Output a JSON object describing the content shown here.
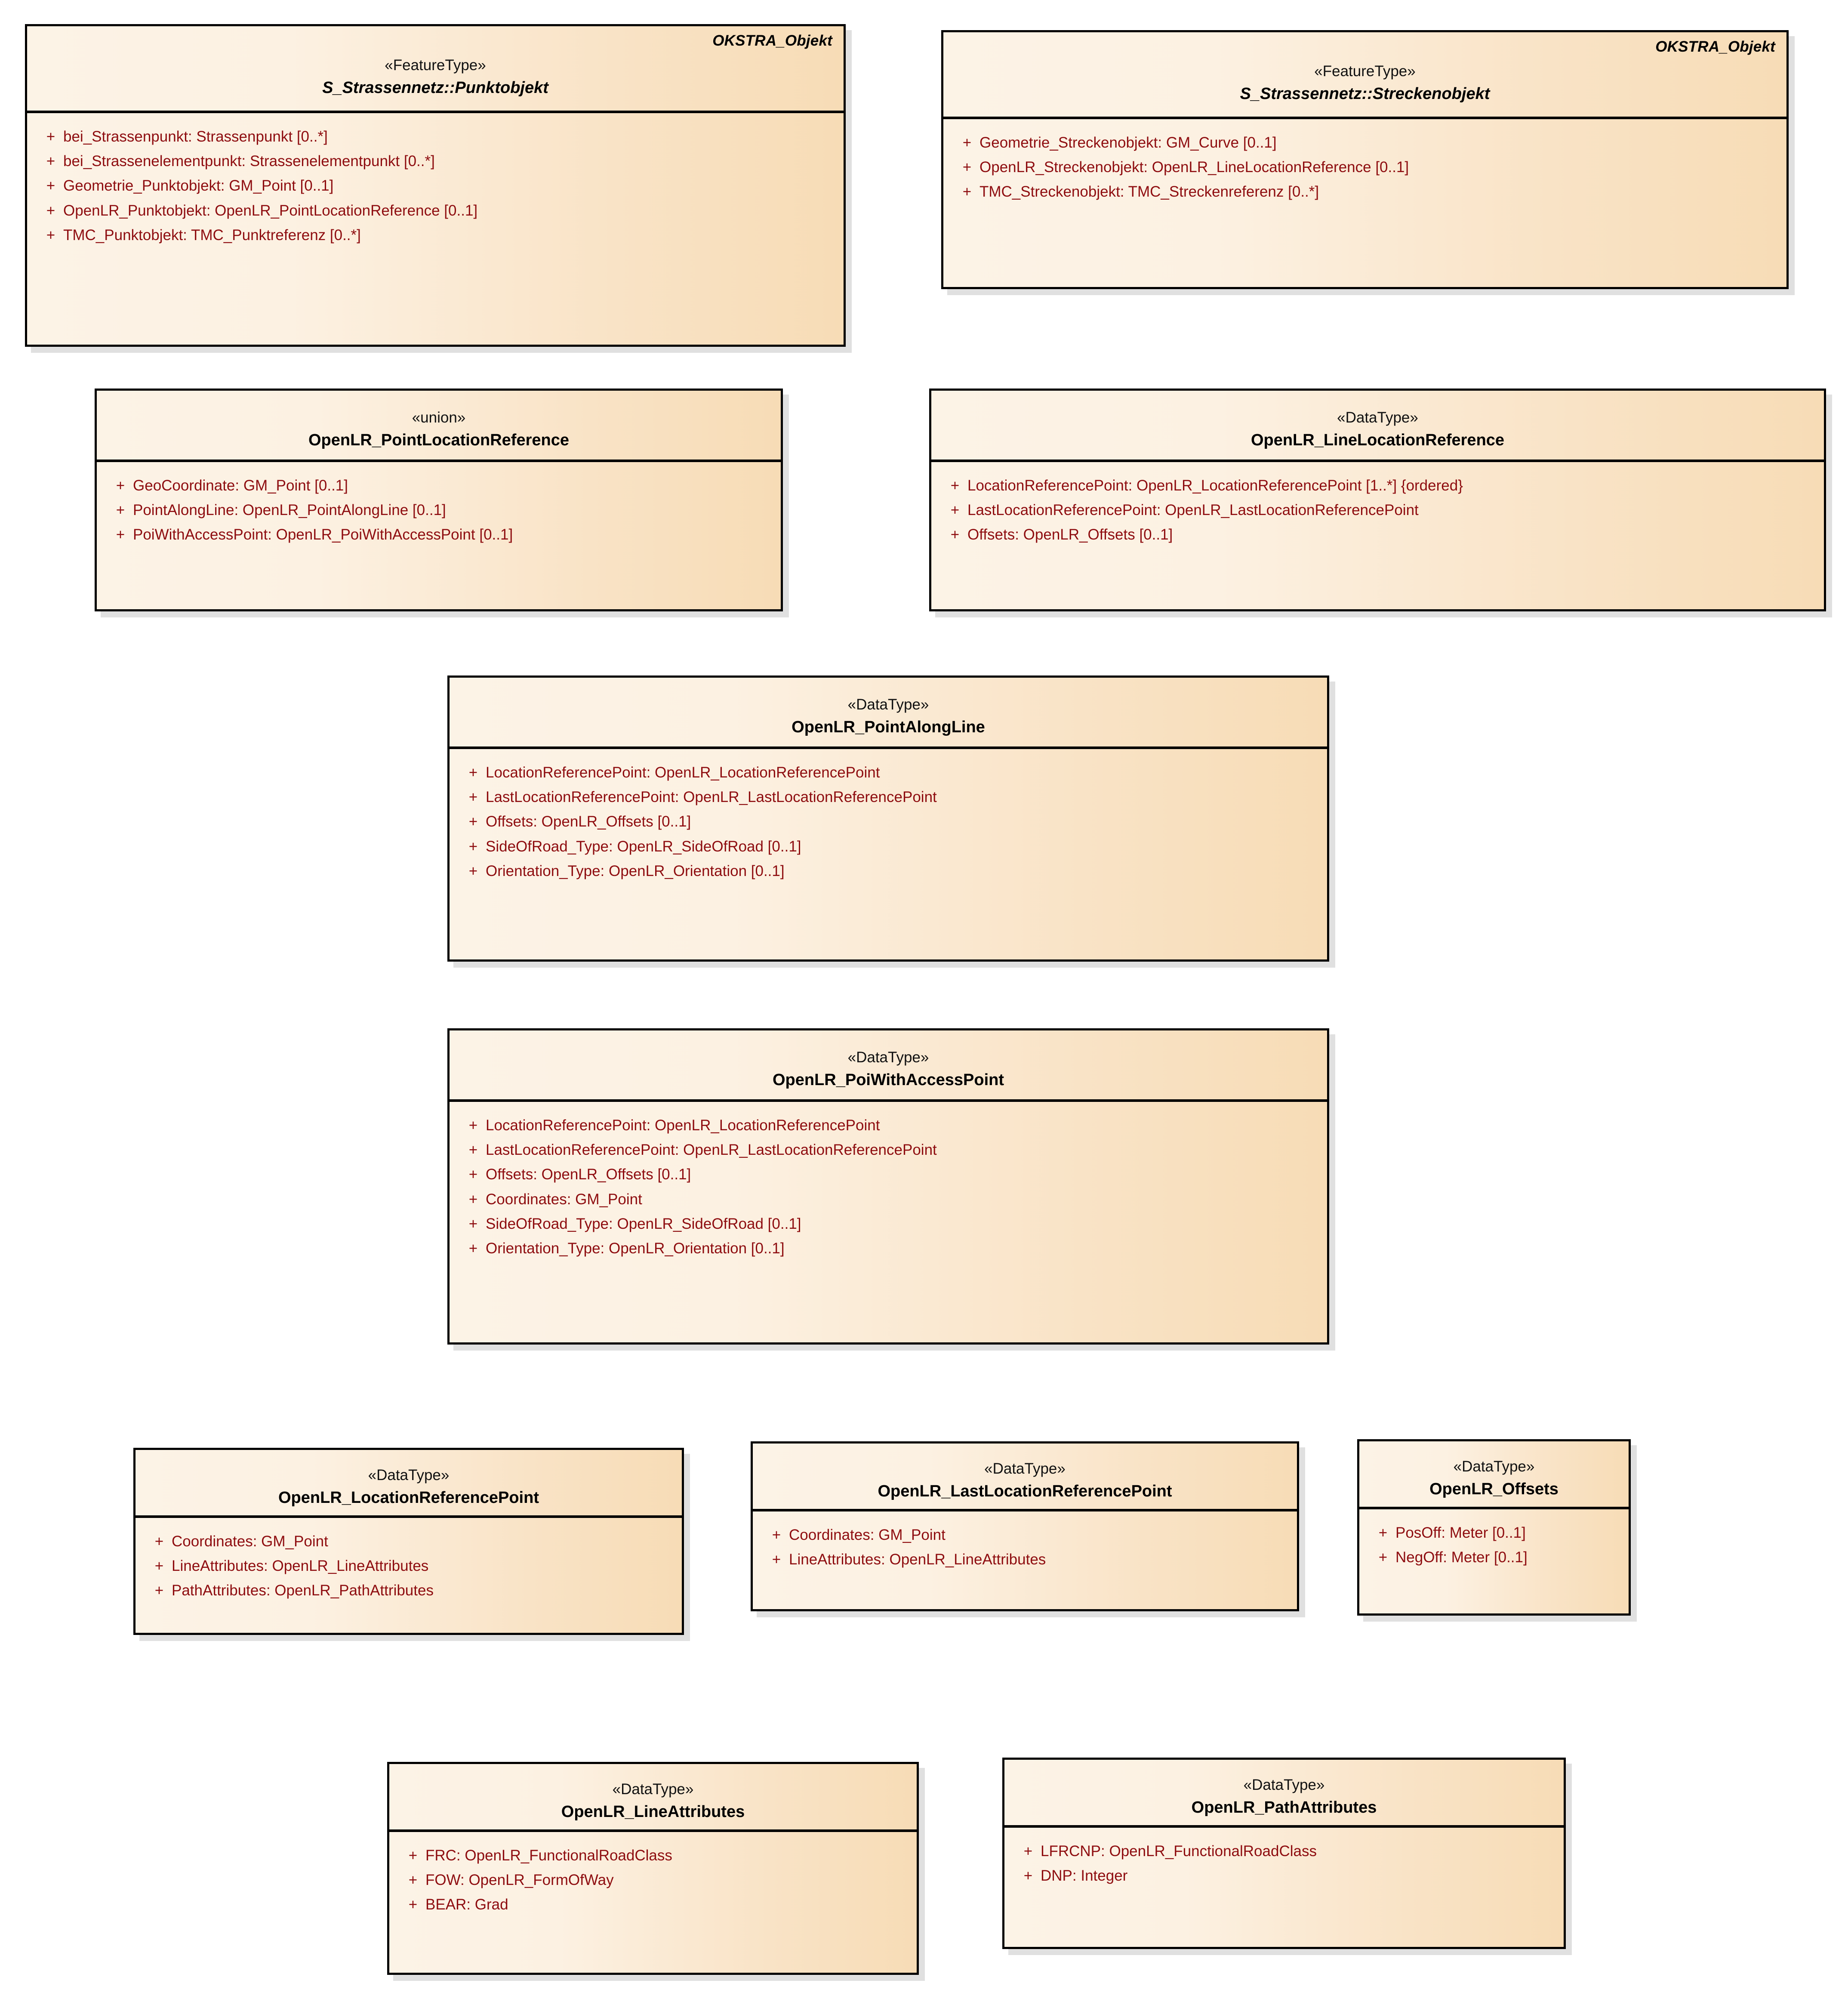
{
  "diagram": {
    "title": "OKSTRA OpenLR UML Klassendiagramm",
    "type": "uml-class-diagram",
    "colors": {
      "fill_light": "#FCF3E6",
      "fill_dark": "#F7DCB6",
      "border": "#000000",
      "attribute_text": "#8E0D10",
      "header_text": "#000000",
      "shadow": "rgba(0,0,0,0.12)",
      "page_background": "#FFFFFF"
    },
    "visibility_symbol": "+"
  },
  "classes": [
    {
      "id": "punktobjekt",
      "corner_note": "OKSTRA_Objekt",
      "stereotype": "«FeatureType»",
      "name": "S_Strassennetz::Punktobjekt",
      "name_italic": true,
      "attributes": [
        {
          "visibility": "+",
          "signature": "bei_Strassenpunkt: Strassenpunkt [0..*]"
        },
        {
          "visibility": "+",
          "signature": "bei_Strassenelementpunkt: Strassenelementpunkt [0..*]"
        },
        {
          "visibility": "+",
          "signature": "Geometrie_Punktobjekt: GM_Point [0..1]"
        },
        {
          "visibility": "+",
          "signature": "OpenLR_Punktobjekt: OpenLR_PointLocationReference [0..1]"
        },
        {
          "visibility": "+",
          "signature": "TMC_Punktobjekt: TMC_Punktreferenz [0..*]"
        }
      ]
    },
    {
      "id": "streckenobjekt",
      "corner_note": "OKSTRA_Objekt",
      "stereotype": "«FeatureType»",
      "name": "S_Strassennetz::Streckenobjekt",
      "name_italic": true,
      "attributes": [
        {
          "visibility": "+",
          "signature": "Geometrie_Streckenobjekt: GM_Curve [0..1]"
        },
        {
          "visibility": "+",
          "signature": "OpenLR_Streckenobjekt: OpenLR_LineLocationReference [0..1]"
        },
        {
          "visibility": "+",
          "signature": "TMC_Streckenobjekt: TMC_Streckenreferenz [0..*]"
        }
      ]
    },
    {
      "id": "pointlocationreference",
      "corner_note": "",
      "stereotype": "«union»",
      "name": "OpenLR_PointLocationReference",
      "name_italic": false,
      "attributes": [
        {
          "visibility": "+",
          "signature": "GeoCoordinate: GM_Point [0..1]"
        },
        {
          "visibility": "+",
          "signature": "PointAlongLine: OpenLR_PointAlongLine [0..1]"
        },
        {
          "visibility": "+",
          "signature": "PoiWithAccessPoint: OpenLR_PoiWithAccessPoint [0..1]"
        }
      ]
    },
    {
      "id": "linelocationreference",
      "corner_note": "",
      "stereotype": "«DataType»",
      "name": "OpenLR_LineLocationReference",
      "name_italic": false,
      "attributes": [
        {
          "visibility": "+",
          "signature": "LocationReferencePoint: OpenLR_LocationReferencePoint [1..*] {ordered}"
        },
        {
          "visibility": "+",
          "signature": "LastLocationReferencePoint: OpenLR_LastLocationReferencePoint"
        },
        {
          "visibility": "+",
          "signature": "Offsets: OpenLR_Offsets [0..1]"
        }
      ]
    },
    {
      "id": "pointalongline",
      "corner_note": "",
      "stereotype": "«DataType»",
      "name": "OpenLR_PointAlongLine",
      "name_italic": false,
      "attributes": [
        {
          "visibility": "+",
          "signature": "LocationReferencePoint: OpenLR_LocationReferencePoint"
        },
        {
          "visibility": "+",
          "signature": "LastLocationReferencePoint: OpenLR_LastLocationReferencePoint"
        },
        {
          "visibility": "+",
          "signature": "Offsets: OpenLR_Offsets [0..1]"
        },
        {
          "visibility": "+",
          "signature": "SideOfRoad_Type: OpenLR_SideOfRoad [0..1]"
        },
        {
          "visibility": "+",
          "signature": "Orientation_Type: OpenLR_Orientation [0..1]"
        }
      ]
    },
    {
      "id": "poiwithaccesspoint",
      "corner_note": "",
      "stereotype": "«DataType»",
      "name": "OpenLR_PoiWithAccessPoint",
      "name_italic": false,
      "attributes": [
        {
          "visibility": "+",
          "signature": "LocationReferencePoint: OpenLR_LocationReferencePoint"
        },
        {
          "visibility": "+",
          "signature": "LastLocationReferencePoint: OpenLR_LastLocationReferencePoint"
        },
        {
          "visibility": "+",
          "signature": "Offsets: OpenLR_Offsets [0..1]"
        },
        {
          "visibility": "+",
          "signature": "Coordinates: GM_Point"
        },
        {
          "visibility": "+",
          "signature": "SideOfRoad_Type: OpenLR_SideOfRoad [0..1]"
        },
        {
          "visibility": "+",
          "signature": "Orientation_Type: OpenLR_Orientation [0..1]"
        }
      ]
    },
    {
      "id": "locationreferencepoint",
      "corner_note": "",
      "stereotype": "«DataType»",
      "name": "OpenLR_LocationReferencePoint",
      "name_italic": false,
      "attributes": [
        {
          "visibility": "+",
          "signature": "Coordinates: GM_Point"
        },
        {
          "visibility": "+",
          "signature": "LineAttributes: OpenLR_LineAttributes"
        },
        {
          "visibility": "+",
          "signature": "PathAttributes: OpenLR_PathAttributes"
        }
      ]
    },
    {
      "id": "lastlocationreferencepoint",
      "corner_note": "",
      "stereotype": "«DataType»",
      "name": "OpenLR_LastLocationReferencePoint",
      "name_italic": false,
      "attributes": [
        {
          "visibility": "+",
          "signature": "Coordinates: GM_Point"
        },
        {
          "visibility": "+",
          "signature": "LineAttributes: OpenLR_LineAttributes"
        }
      ]
    },
    {
      "id": "offsets",
      "corner_note": "",
      "stereotype": "«DataType»",
      "name": "OpenLR_Offsets",
      "name_italic": false,
      "attributes": [
        {
          "visibility": "+",
          "signature": "PosOff: Meter [0..1]"
        },
        {
          "visibility": "+",
          "signature": "NegOff: Meter [0..1]"
        }
      ]
    },
    {
      "id": "lineattributes",
      "corner_note": "",
      "stereotype": "«DataType»",
      "name": "OpenLR_LineAttributes",
      "name_italic": false,
      "attributes": [
        {
          "visibility": "+",
          "signature": "FRC: OpenLR_FunctionalRoadClass"
        },
        {
          "visibility": "+",
          "signature": "FOW: OpenLR_FormOfWay"
        },
        {
          "visibility": "+",
          "signature": "BEAR: Grad"
        }
      ]
    },
    {
      "id": "pathattributes",
      "corner_note": "",
      "stereotype": "«DataType»",
      "name": "OpenLR_PathAttributes",
      "name_italic": false,
      "attributes": [
        {
          "visibility": "+",
          "signature": "LFRCNP: OpenLR_FunctionalRoadClass"
        },
        {
          "visibility": "+",
          "signature": "DNP: Integer"
        }
      ]
    }
  ]
}
